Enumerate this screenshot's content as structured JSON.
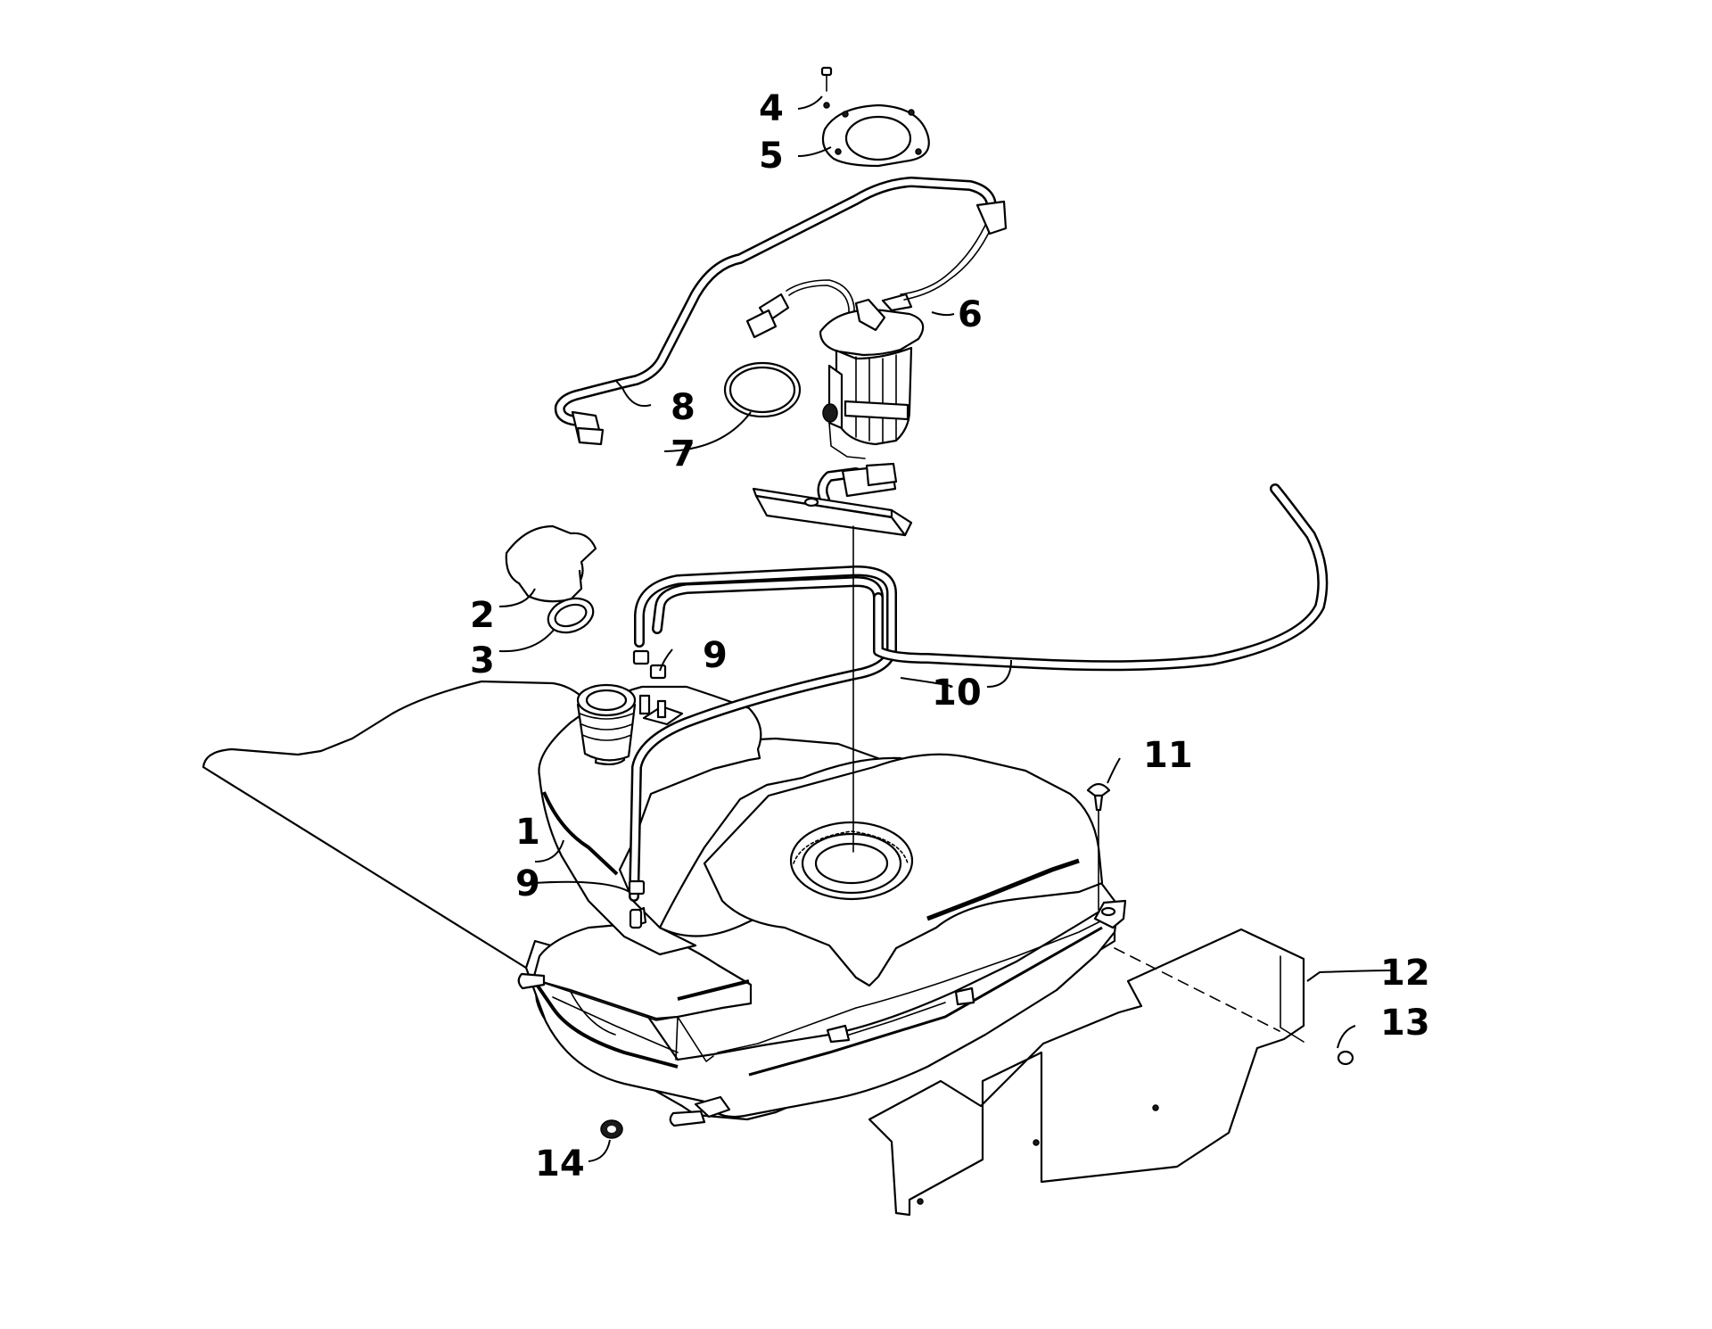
{
  "diagram": {
    "callouts": {
      "c1": "1",
      "c2": "2",
      "c3": "3",
      "c4": "4",
      "c5": "5",
      "c6": "6",
      "c7": "7",
      "c8": "8",
      "c9a": "9",
      "c9b": "9",
      "c10": "10",
      "c11": "11",
      "c12": "12",
      "c13": "13",
      "c14": "14"
    }
  }
}
